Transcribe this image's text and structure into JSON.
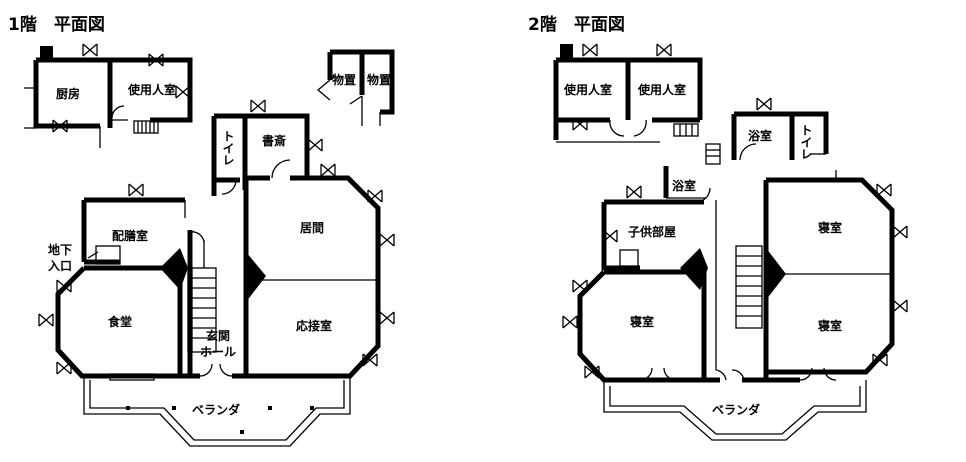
{
  "floor1": {
    "title": "1階　平面図",
    "rooms": {
      "kitchen": "厨房",
      "servant": "使用人室",
      "storage1": "物置",
      "storage2": "物置",
      "toilet": "トイレ",
      "study": "書斎",
      "pantry": "配膳室",
      "basement1": "地下",
      "basement2": "入口",
      "living": "居間",
      "dining": "食堂",
      "reception": "応接室",
      "hall1": "玄関",
      "hall2": "ホール",
      "veranda": "ベランダ"
    }
  },
  "floor2": {
    "title": "2階　平面図",
    "rooms": {
      "servant1": "使用人室",
      "servant2": "使用人室",
      "bath1": "浴室",
      "toilet": "トイレ",
      "bath2": "浴室",
      "kids": "子供部屋",
      "bed_ne": "寝室",
      "bed_sw": "寝室",
      "bed_se": "寝室",
      "veranda": "ベランダ"
    }
  }
}
